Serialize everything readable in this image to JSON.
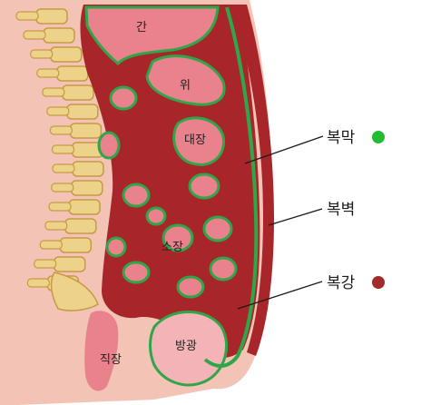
{
  "labels": {
    "liver": "간",
    "stomach": "위",
    "large_intestine": "대장",
    "small_intestine": "소장",
    "rectum": "직장",
    "bladder": "방광",
    "peritoneum": "복막",
    "abdominal_wall": "복벽",
    "abdominal_cavity": "복강"
  },
  "colors": {
    "background": "#ffffff",
    "body_skin": "#f3c4b6",
    "cavity_red": "#a8262a",
    "organ_pink": "#e9828c",
    "organ_light": "#f4b3b6",
    "peritoneum_green": "#2fa64a",
    "spine_bone": "#edd38a",
    "spine_shadow": "#c79a45",
    "peritoneum_dot": "#22bb33",
    "cavity_dot": "#a22a2a"
  }
}
